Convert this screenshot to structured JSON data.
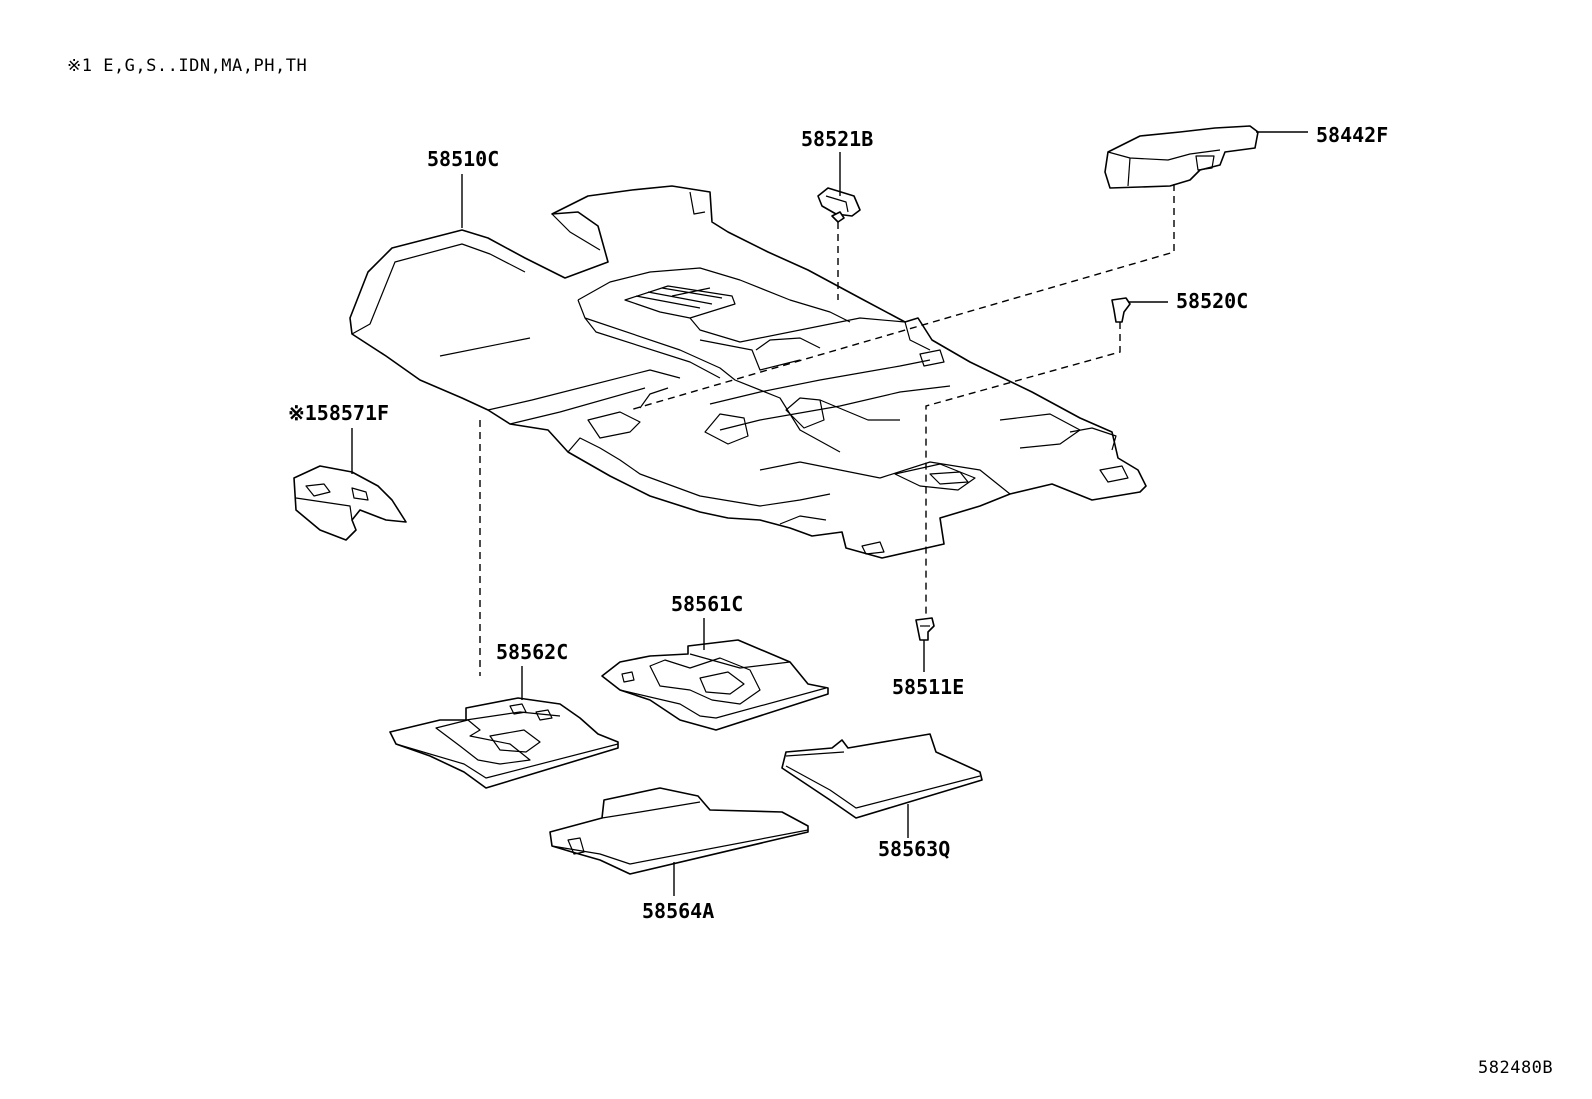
{
  "note": "※1  E,G,S..IDN,MA,PH,TH",
  "figure_code": "582480B",
  "parts": {
    "p58510C": "58510C",
    "p58521B": "58521B",
    "p58442F": "58442F",
    "p58520C": "58520C",
    "p58571F": "※158571F",
    "p58561C": "58561C",
    "p58562C": "58562C",
    "p58511E": "58511E",
    "p58563Q": "58563Q",
    "p58564A": "58564A"
  }
}
